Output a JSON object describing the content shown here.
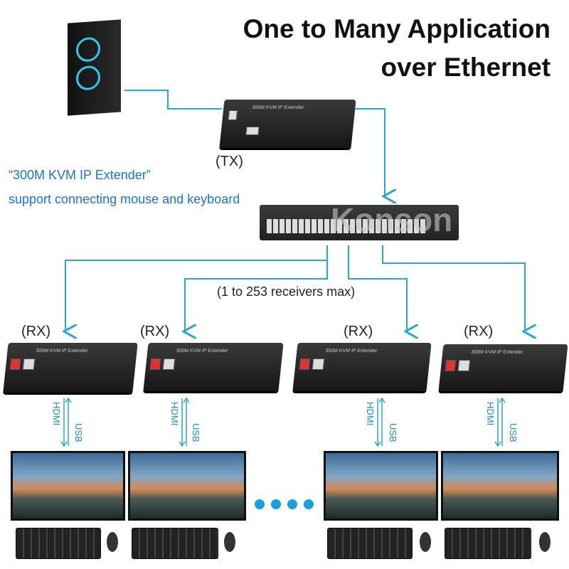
{
  "title": {
    "line1": "One to Many Application",
    "line2": "over Ethernet"
  },
  "feature": {
    "line1": "“300M KVM IP Extender”",
    "line2": "support connecting mouse and keyboard"
  },
  "tx": {
    "label": "(TX)",
    "device_text": "300M KVM IP Extender"
  },
  "switch": {
    "watermark": "Konson"
  },
  "receivers_note": "(1 to 253 receivers max)",
  "rx": [
    {
      "label": "(RX)",
      "hdmi": "HDMI",
      "usb": "USB"
    },
    {
      "label": "(RX)",
      "hdmi": "HDMI",
      "usb": "USB"
    },
    {
      "label": "(RX)",
      "hdmi": "HDMI",
      "usb": "USB"
    },
    {
      "label": "(RX)",
      "hdmi": "HDMI",
      "usb": "USB"
    }
  ],
  "device_text": "300M KVM IP Extender",
  "colors": {
    "line": "#2aa6d6",
    "feature_text": "#1a73d9"
  }
}
